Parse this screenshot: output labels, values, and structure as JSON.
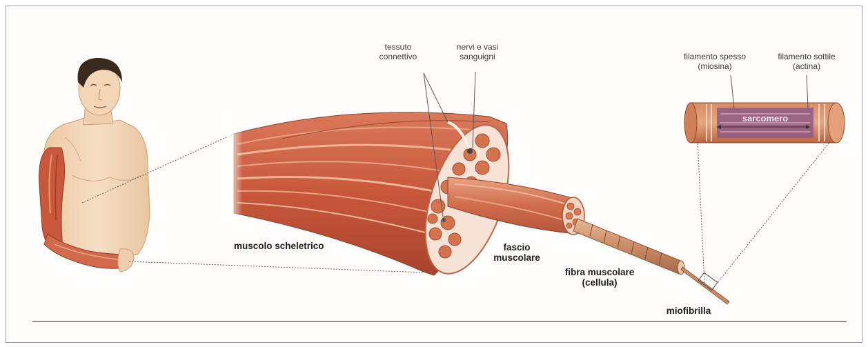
{
  "labels": {
    "tessuto_connettivo": [
      "tessuto",
      "connettivo"
    ],
    "nervi_vasi": [
      "nervi e vasi",
      "sanguigni"
    ],
    "filamento_spesso": [
      "filamento spesso",
      "(miosina)"
    ],
    "filamento_sottile": [
      "filamento sottile",
      "(actina)"
    ],
    "sarcomero": "sarcomero",
    "muscolo_scheletrico": "muscolo scheletrico",
    "fascio_muscolare": [
      "fascio",
      "muscolare"
    ],
    "fibra_muscolare": [
      "fibra muscolare",
      "(cellula)"
    ],
    "miofibrilla": "miofibrilla"
  },
  "colors": {
    "muscle": "#c8573b",
    "muscle_light": "#e9b89c",
    "skin": "#f3d9b8",
    "hair": "#3a2a1e",
    "myosin": "#8e5a83",
    "leader_line": "#555555"
  }
}
